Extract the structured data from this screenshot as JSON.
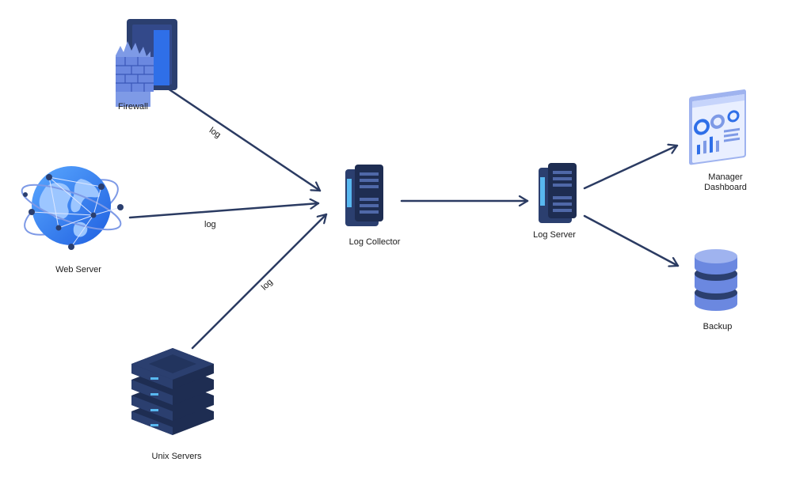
{
  "colors": {
    "arrow": "#2b3b62",
    "navy": "#2b3f6f",
    "navy_dark": "#1e2d52",
    "blue": "#2f6fe8",
    "light_blue": "#7e9ae6",
    "accent": "#58b8f0"
  },
  "nodes": {
    "firewall": {
      "label": "Firewall",
      "icon": "firewall-icon"
    },
    "web_server": {
      "label": "Web Server",
      "icon": "globe-network-icon"
    },
    "unix_servers": {
      "label": "Unix Servers",
      "icon": "server-stack-icon"
    },
    "log_collector": {
      "label": "Log Collector",
      "icon": "server-tower-icon"
    },
    "log_server": {
      "label": "Log Server",
      "icon": "server-tower-icon"
    },
    "manager_dashboard": {
      "label_line1": "Manager",
      "label_line2": "Dashboard",
      "icon": "dashboard-icon"
    },
    "backup": {
      "label": "Backup",
      "icon": "database-icon"
    }
  },
  "edges": {
    "firewall_to_collector": {
      "label": "log"
    },
    "web_to_collector": {
      "label": "log"
    },
    "unix_to_collector": {
      "label": "log"
    }
  }
}
